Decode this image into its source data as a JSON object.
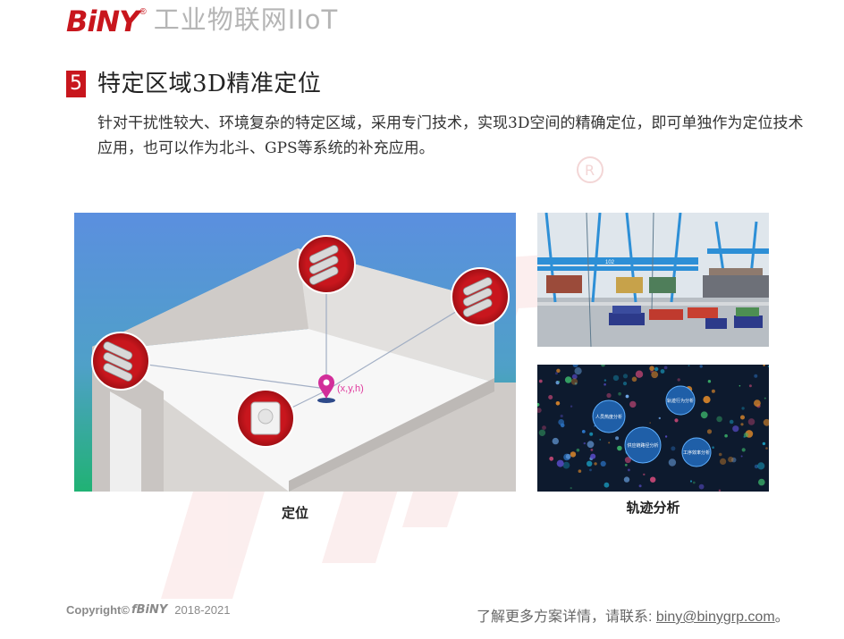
{
  "header": {
    "brand": "BiNY",
    "brand_mark": "®",
    "subtitle": "工业物联网IIoT"
  },
  "section": {
    "number": "5",
    "title": "特定区域3D精准定位",
    "description": "针对干扰性较大、环境复杂的特定区域，采用专门技术，实现3D空间的精确定位，即可单独作为定位技术应用，也可以作为北斗、GPS等系统的补充应用。"
  },
  "images": {
    "localization": {
      "marker_label": "(x,y,h)",
      "caption": "定位"
    },
    "port": {
      "crane_label": "102"
    },
    "trajectory": {
      "caption": "轨迹分析",
      "bubble_labels": [
        "人员热度分析",
        "轨迹行为分析",
        "供应链路径分析",
        "工序效率分析"
      ]
    }
  },
  "footer": {
    "copyright": "Copyright©",
    "copyright_brand": "fBiNY",
    "copyright_years": "2018-2021",
    "contact_text": "了解更多方案详情，请联系: ",
    "contact_email": "biny@binygrp.com",
    "contact_end": "。"
  },
  "colors": {
    "accent": "#c8161d",
    "logo_gray": "#b5b5b5",
    "sky": "#4a8fe0",
    "ground": "#2cae72"
  },
  "icons": {
    "location_pin": "location-pin-icon",
    "uwb_anchor": "antenna-anchor-icon",
    "tag_device": "tag-device-icon"
  }
}
